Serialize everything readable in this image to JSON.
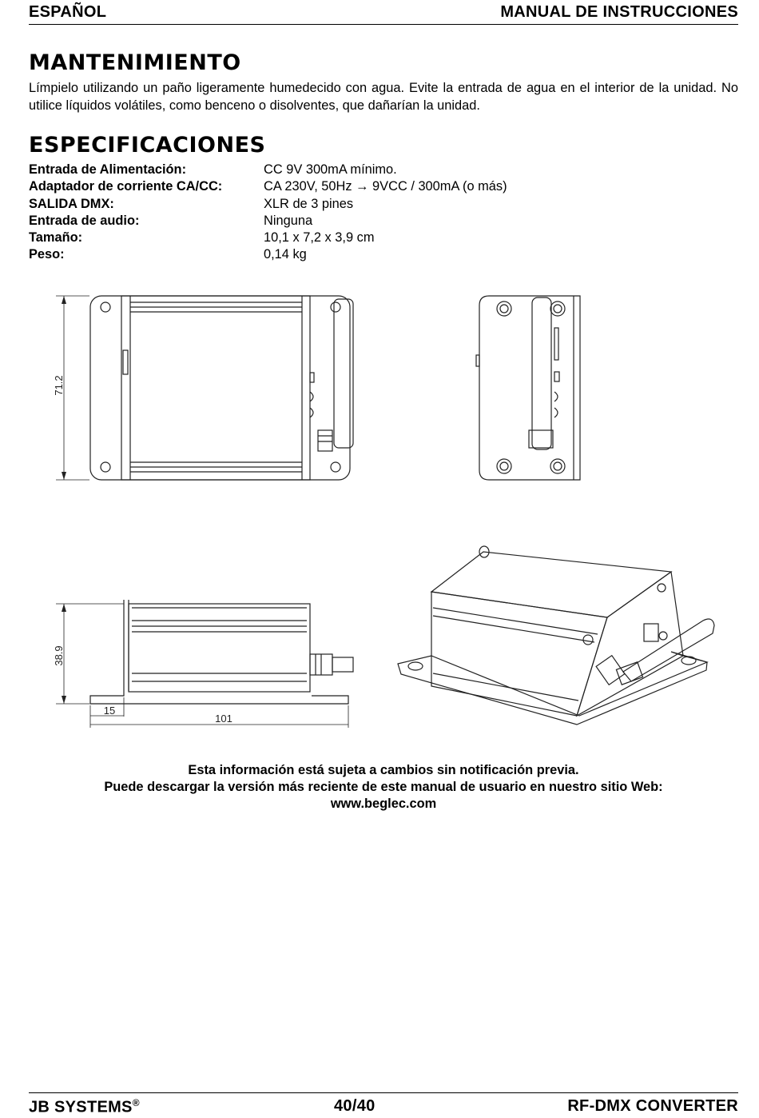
{
  "header": {
    "language": "ESPAÑOL",
    "manual": "MANUAL DE INSTRUCCIONES"
  },
  "maintenance": {
    "title": "MANTENIMIENTO",
    "text": "Límpielo utilizando un paño ligeramente humedecido con agua. Evite la entrada de agua en el interior de la unidad. No utilice líquidos volátiles, como benceno o disolventes, que dañarían la unidad."
  },
  "specifications": {
    "title": "ESPECIFICACIONES",
    "rows": [
      {
        "label": "Entrada de Alimentación:",
        "value": "CC 9V 300mA mínimo."
      },
      {
        "label": "Adaptador de corriente CA/CC:",
        "value": "CA 230V, 50Hz → 9VCC / 300mA (o más)"
      },
      {
        "label": "SALIDA DMX:",
        "value": "XLR de 3 pines"
      },
      {
        "label": "Entrada de audio:",
        "value": "Ninguna"
      },
      {
        "label": "Tamaño:",
        "value": "10,1 x 7,2 x 3,9 cm"
      },
      {
        "label": "Peso:",
        "value": "0,14 kg"
      }
    ]
  },
  "drawing": {
    "dim_height": "71.2",
    "dim_depth": "38.9",
    "dim_foot": "15",
    "dim_width": "101"
  },
  "notice": {
    "line1": "Esta información está sujeta a cambios sin notificación previa.",
    "line2": "Puede descargar la versión más reciente de este manual de usuario en nuestro sitio Web:",
    "line3": "www.beglec.com"
  },
  "footer": {
    "brand": "JB SYSTEMS",
    "registered": "®",
    "page": "40/40",
    "product": "RF-DMX CONVERTER"
  }
}
